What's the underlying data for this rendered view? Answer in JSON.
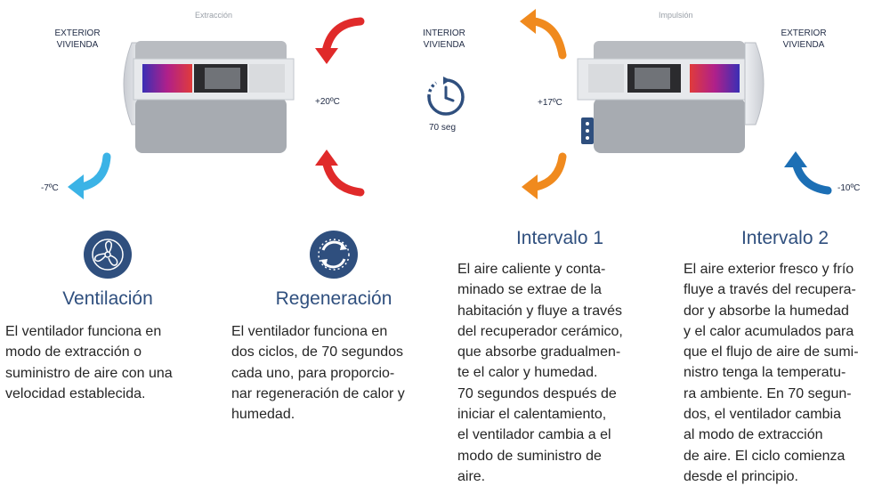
{
  "diagram": {
    "extraction_label": "Extracción",
    "impulsion_label": "Impulsión",
    "exterior_left": "EXTERIOR\nVIVIENDA",
    "interior": "INTERIOR\nVIVIENDA",
    "exterior_right": "EXTERIOR\nVIVIENDA",
    "temp_left_out": "-7ºC",
    "temp_left_in": "+20ºC",
    "temp_right_in": "+17ºC",
    "temp_right_out": "-10ºC",
    "timer_label": "70 seg",
    "colors": {
      "red": "#e02a2a",
      "orange": "#f08a1e",
      "light_blue": "#3bb3e6",
      "dark_blue": "#1c6fb5",
      "navy": "#2f4f7e"
    }
  },
  "sections": [
    {
      "title": "Ventilación",
      "icon": "fan-icon",
      "body": "El ventilador funciona en\nmodo de extracción o\nsuministro de aire con una\nvelocidad establecida."
    },
    {
      "title": "Regeneración",
      "icon": "cycle-arrows-icon",
      "body": "El ventilador funciona en\ndos ciclos, de 70 segundos\ncada uno, para proporcio-\nnar regeneración de calor y\nhumedad."
    },
    {
      "title": "Intervalo 1",
      "body": "El aire caliente y conta-\nminado se extrae de la\nhabitación y fluye a través\ndel recuperador cerámico,\nque absorbe gradualmen-\nte el calor y humedad.\n70 segundos después de\niniciar el calentamiento,\nel ventilador cambia a el\nmodo de suministro de\naire."
    },
    {
      "title": "Intervalo 2",
      "body": "El aire exterior fresco y frío\nfluye a través del recupera-\ndor y absorbe la humedad\ny el calor acumulados para\nque el flujo de aire de sumi-\nnistro tenga la temperatu-\nra ambiente. En 70 segun-\ndos,  el ventilador cambia\nal modo de extracción\nde aire. El ciclo comienza\ndesde el principio."
    }
  ]
}
